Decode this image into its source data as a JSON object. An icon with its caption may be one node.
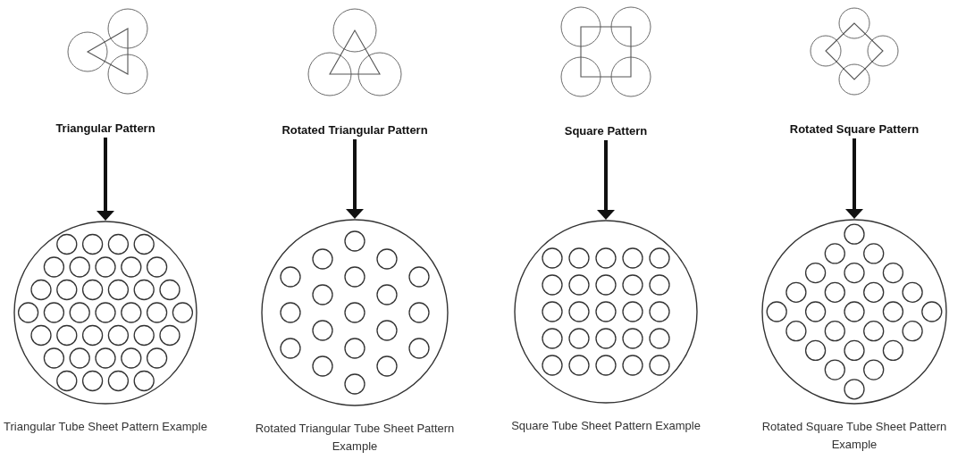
{
  "diagram": {
    "nodes": [
      {
        "text": [
          "Triangular Pattern"
        ]
      },
      {
        "text": [
          "Rotated Triangular Pattern"
        ]
      },
      {
        "text": [
          "Square Pattern"
        ]
      },
      {
        "text": [
          "Rotated Square Pattern"
        ]
      },
      {
        "text": [],
        "shape": "circle",
        "beside": [
          "Triangular Tube Sheet Pattern Example"
        ]
      },
      {
        "text": [],
        "shape": "circle",
        "beside": [
          "Rotated Triangular Tube Sheet Pattern Example"
        ]
      },
      {
        "text": [],
        "shape": "circle",
        "beside": [
          "Square Tube Sheet Pattern Example"
        ]
      },
      {
        "text": [],
        "shape": "circle",
        "beside": [
          "Rotated Square Tube Sheet Pattern Example"
        ]
      }
    ],
    "edges": [
      {
        "from": 0,
        "to": 4,
        "arrow": "to"
      },
      {
        "from": 1,
        "to": 5,
        "arrow": "to"
      },
      {
        "from": 2,
        "to": 6,
        "arrow": "to"
      },
      {
        "from": 3,
        "to": 7,
        "arrow": "to"
      }
    ]
  }
}
